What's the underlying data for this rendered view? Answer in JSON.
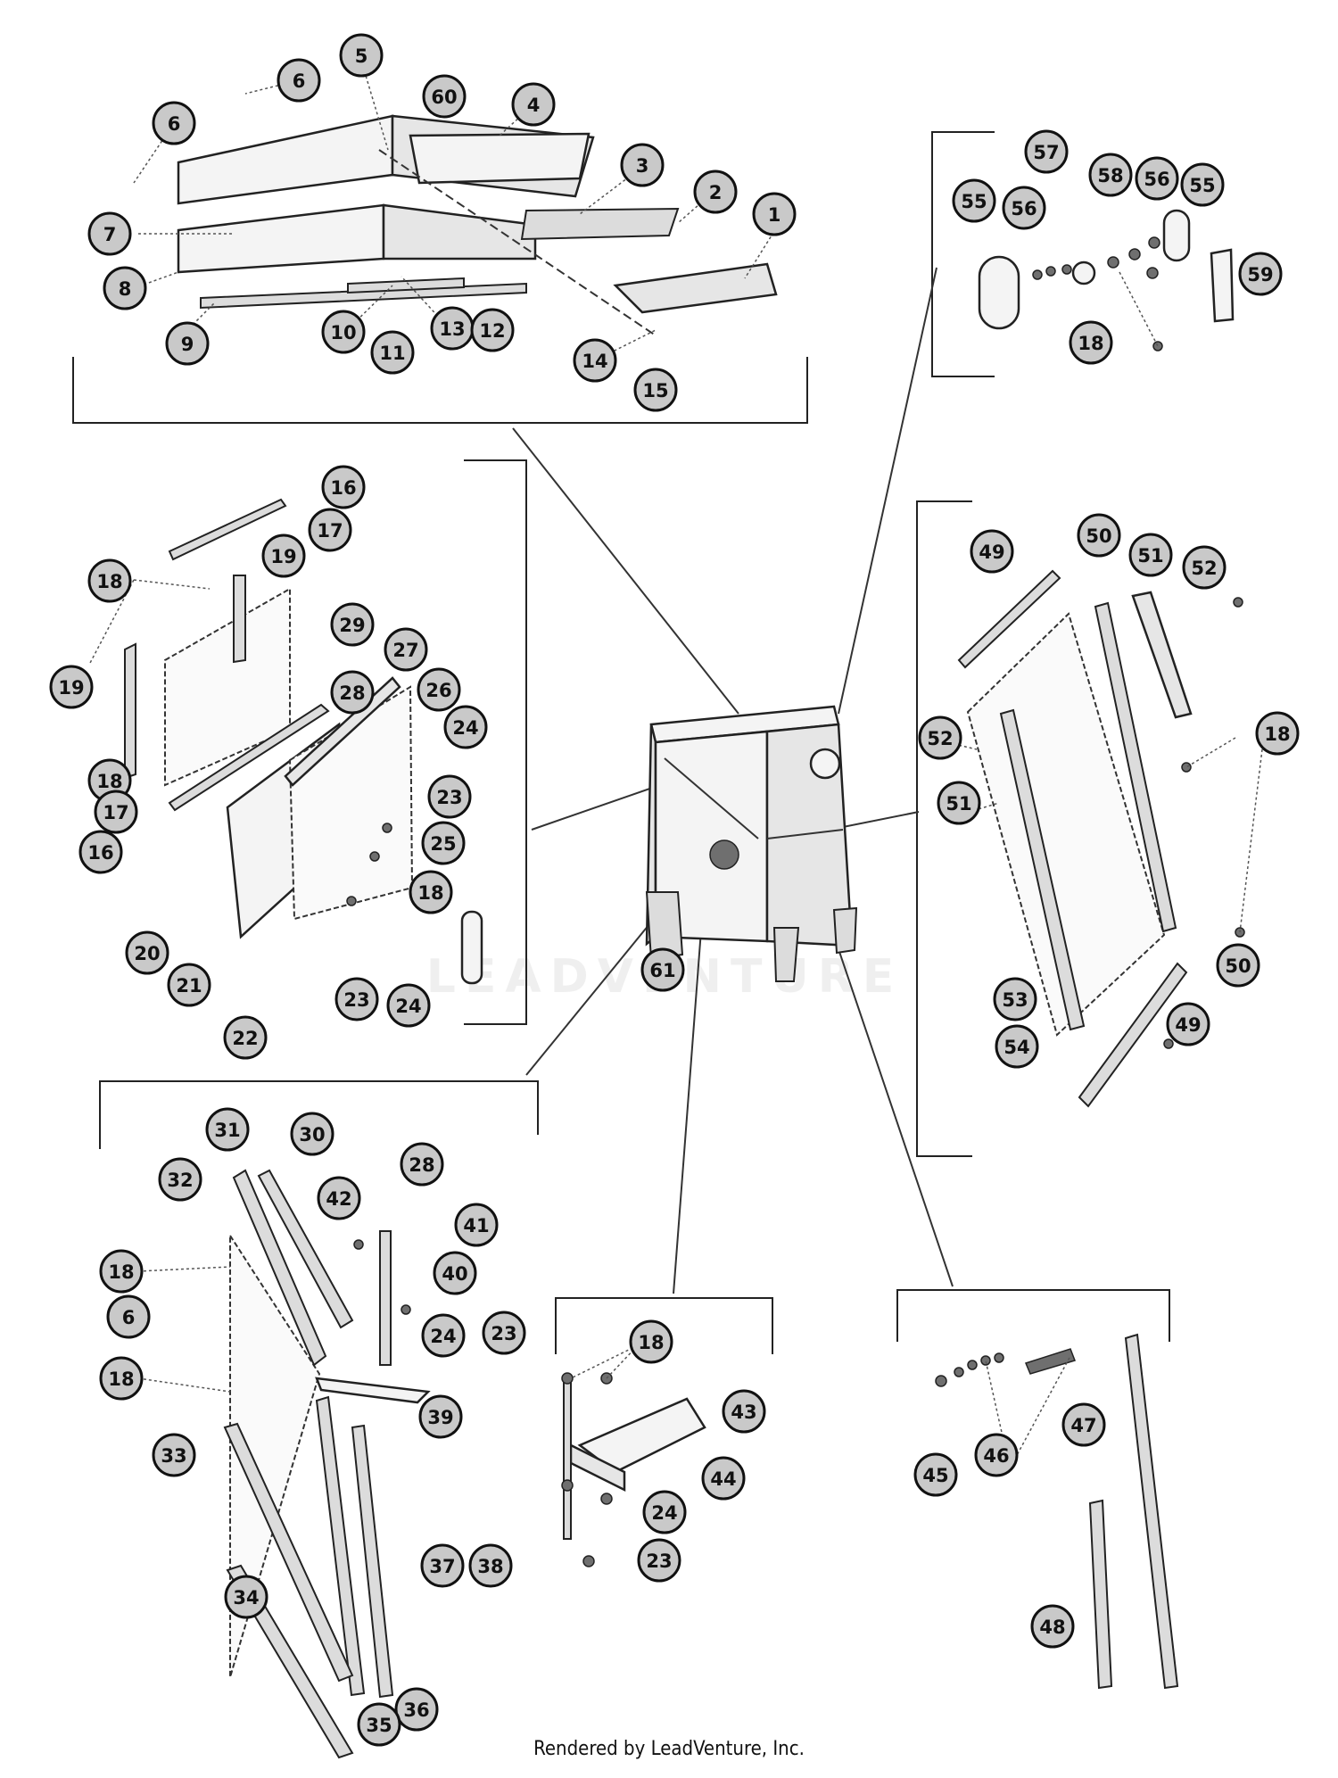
{
  "watermark": "LEADVENTURE",
  "footer": "Rendered by LeadVenture, Inc.",
  "callouts": [
    {
      "id": "1"
    },
    {
      "id": "2"
    },
    {
      "id": "3"
    },
    {
      "id": "4"
    },
    {
      "id": "5"
    },
    {
      "id": "6"
    },
    {
      "id": "6"
    },
    {
      "id": "60"
    },
    {
      "id": "7"
    },
    {
      "id": "8"
    },
    {
      "id": "9"
    },
    {
      "id": "10"
    },
    {
      "id": "11"
    },
    {
      "id": "13"
    },
    {
      "id": "12"
    },
    {
      "id": "14"
    },
    {
      "id": "15"
    },
    {
      "id": "55"
    },
    {
      "id": "56"
    },
    {
      "id": "57"
    },
    {
      "id": "58"
    },
    {
      "id": "56"
    },
    {
      "id": "55"
    },
    {
      "id": "59"
    },
    {
      "id": "18"
    },
    {
      "id": "16"
    },
    {
      "id": "17"
    },
    {
      "id": "18"
    },
    {
      "id": "19"
    },
    {
      "id": "29"
    },
    {
      "id": "19"
    },
    {
      "id": "27"
    },
    {
      "id": "28"
    },
    {
      "id": "26"
    },
    {
      "id": "24"
    },
    {
      "id": "18"
    },
    {
      "id": "23"
    },
    {
      "id": "17"
    },
    {
      "id": "25"
    },
    {
      "id": "16"
    },
    {
      "id": "18"
    },
    {
      "id": "20"
    },
    {
      "id": "21"
    },
    {
      "id": "22"
    },
    {
      "id": "24"
    },
    {
      "id": "23"
    },
    {
      "id": "61"
    },
    {
      "id": "49"
    },
    {
      "id": "50"
    },
    {
      "id": "51"
    },
    {
      "id": "52"
    },
    {
      "id": "18"
    },
    {
      "id": "52"
    },
    {
      "id": "51"
    },
    {
      "id": "50"
    },
    {
      "id": "53"
    },
    {
      "id": "49"
    },
    {
      "id": "54"
    },
    {
      "id": "31"
    },
    {
      "id": "30"
    },
    {
      "id": "28"
    },
    {
      "id": "32"
    },
    {
      "id": "42"
    },
    {
      "id": "41"
    },
    {
      "id": "18"
    },
    {
      "id": "40"
    },
    {
      "id": "6"
    },
    {
      "id": "23"
    },
    {
      "id": "24"
    },
    {
      "id": "18"
    },
    {
      "id": "39"
    },
    {
      "id": "33"
    },
    {
      "id": "37"
    },
    {
      "id": "38"
    },
    {
      "id": "34"
    },
    {
      "id": "36"
    },
    {
      "id": "35"
    },
    {
      "id": "18"
    },
    {
      "id": "43"
    },
    {
      "id": "44"
    },
    {
      "id": "24"
    },
    {
      "id": "23"
    },
    {
      "id": "47"
    },
    {
      "id": "45"
    },
    {
      "id": "46"
    },
    {
      "id": "48"
    }
  ]
}
